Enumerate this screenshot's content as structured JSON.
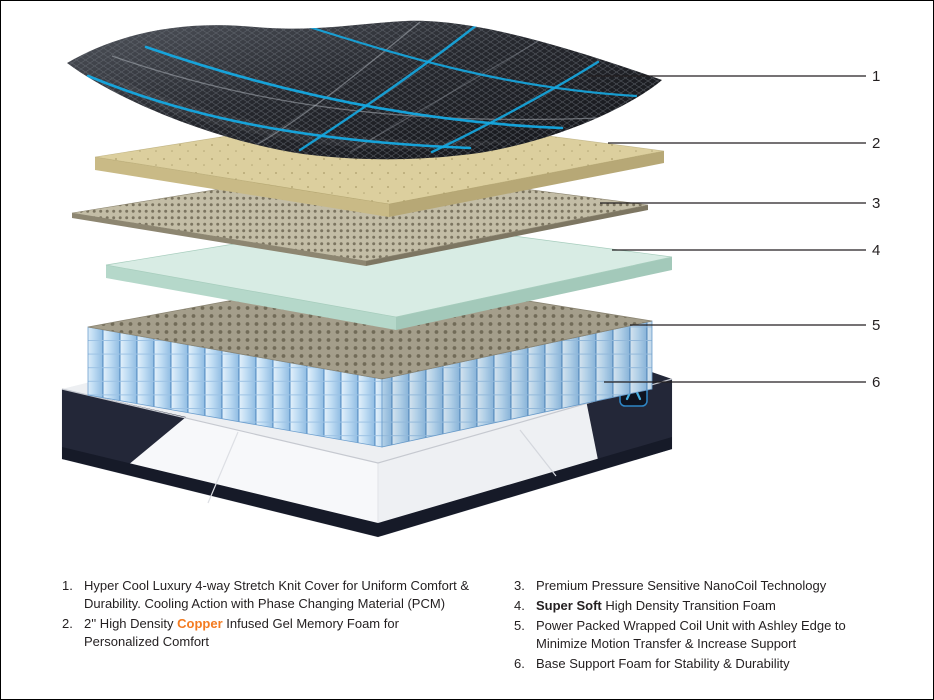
{
  "palette": {
    "text": "#231f20",
    "copper_orange": "#f47b20",
    "cover_dark": "#26282e",
    "cover_blue": "#15a9e1",
    "memory_foam_tan": "#d6c99b",
    "nanocoil_beige": "#c3bda6",
    "transition_teal": "#d8ece4",
    "coil_blue": "#bfdcf3",
    "base_navy": "#232738",
    "base_green": "#e0f0e4"
  },
  "diagram": {
    "layers": [
      {
        "id": "1",
        "name": "knit-cover"
      },
      {
        "id": "2",
        "name": "memory-foam"
      },
      {
        "id": "3",
        "name": "nanocoil"
      },
      {
        "id": "4",
        "name": "transition-foam"
      },
      {
        "id": "5",
        "name": "coil-unit"
      },
      {
        "id": "6",
        "name": "base-foam"
      }
    ],
    "callouts": [
      {
        "label": "1"
      },
      {
        "label": "2"
      },
      {
        "label": "3"
      },
      {
        "label": "4"
      },
      {
        "label": "5"
      },
      {
        "label": "6"
      }
    ]
  },
  "legend": {
    "left": [
      {
        "num": "1.",
        "lines": [
          "Hyper Cool Luxury 4-way Stretch Knit Cover for Uniform Comfort &",
          "Durability. Cooling Action with Phase Changing Material (PCM)"
        ]
      },
      {
        "num": "2.",
        "line1_pre": "2'' High Density ",
        "line1_highlight": "Copper",
        "line1_post": " Infused Gel Memory Foam for",
        "line2": "Personalized Comfort"
      }
    ],
    "right": [
      {
        "num": "3.",
        "line": "Premium Pressure Sensitive NanoCoil Technology"
      },
      {
        "num": "4.",
        "bold": "Super Soft",
        "rest": " High Density Transition Foam"
      },
      {
        "num": "5.",
        "lines": [
          "Power Packed Wrapped Coil Unit with Ashley Edge to",
          "Minimize Motion Transfer & Increase Support"
        ]
      },
      {
        "num": "6.",
        "line": "Base Support Foam for Stability & Durability"
      }
    ]
  }
}
